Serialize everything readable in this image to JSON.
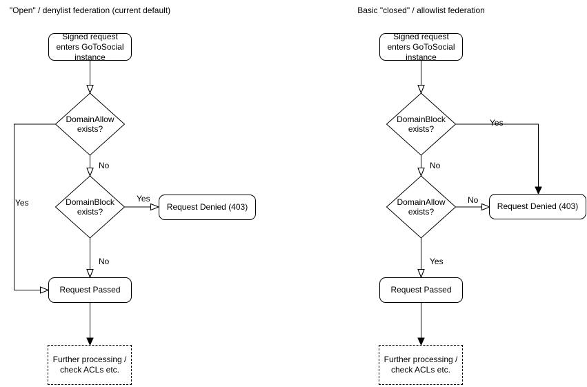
{
  "page": {
    "background_color": "#ffffff",
    "stroke_color": "#000000",
    "text_color": "#000000"
  },
  "left_chart": {
    "title": "\"Open\" / denylist federation (current default)",
    "nodes": {
      "start": "Signed request enters GoToSocial instance",
      "decision1": "DomainAllow exists?",
      "decision2": "DomainBlock exists?",
      "denied": "Request Denied (403)",
      "passed": "Request Passed",
      "further": "Further processing / check ACLs etc."
    },
    "labels": {
      "decision1_yes": "Yes",
      "decision1_no": "No",
      "decision2_yes": "Yes",
      "decision2_no": "No"
    }
  },
  "right_chart": {
    "title": "Basic \"closed\" / allowlist federation",
    "nodes": {
      "start": "Signed request enters GoToSocial instance",
      "decision1": "DomainBlock exists?",
      "decision2": "DomainAllow exists?",
      "denied": "Request Denied (403)",
      "passed": "Request Passed",
      "further": "Further processing / check ACLs etc."
    },
    "labels": {
      "decision1_yes": "Yes",
      "decision1_no": "No",
      "decision2_no": "No",
      "decision2_yes": "Yes"
    }
  }
}
